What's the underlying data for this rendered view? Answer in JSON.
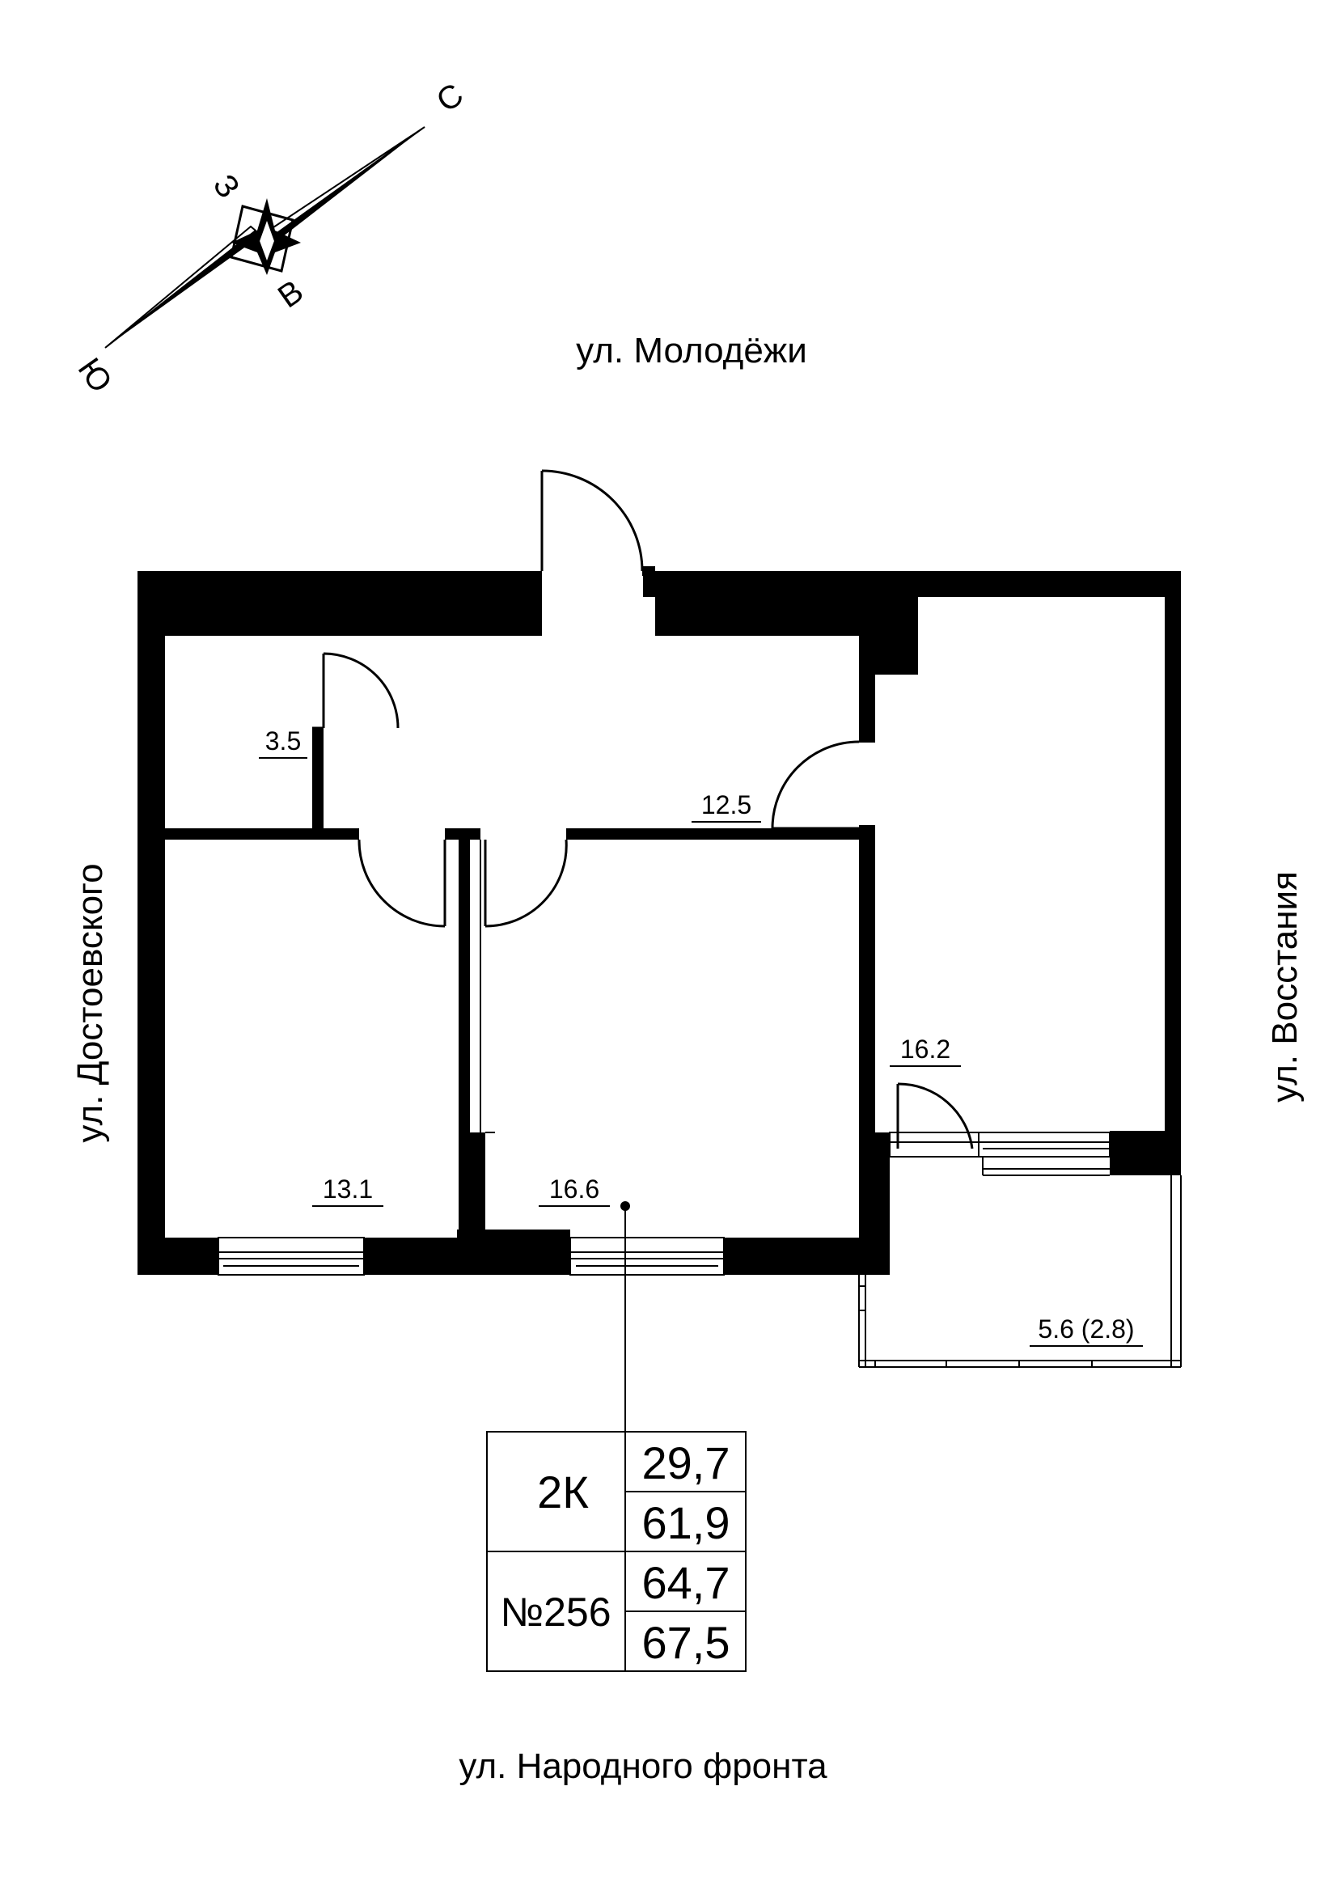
{
  "streets": {
    "north": "ул. Молодёжи",
    "south": "ул. Народного фронта",
    "west": "ул. Достоевского",
    "east": "ул. Восстания"
  },
  "compass": {
    "north": "С",
    "south": "Ю",
    "east": "В",
    "west": "З"
  },
  "rooms": {
    "bathroom": "3.5",
    "hall": "12.5",
    "kitchen": "16.2",
    "bedroom_left": "13.1",
    "bedroom_middle": "16.6",
    "balcony": "5.6 (2.8)"
  },
  "summary": {
    "type": "2К",
    "number": "№256",
    "living_area": "29,7",
    "total_area": "61,9",
    "area_with_balcony_reduced": "64,7",
    "area_with_balcony_full": "67,5"
  }
}
